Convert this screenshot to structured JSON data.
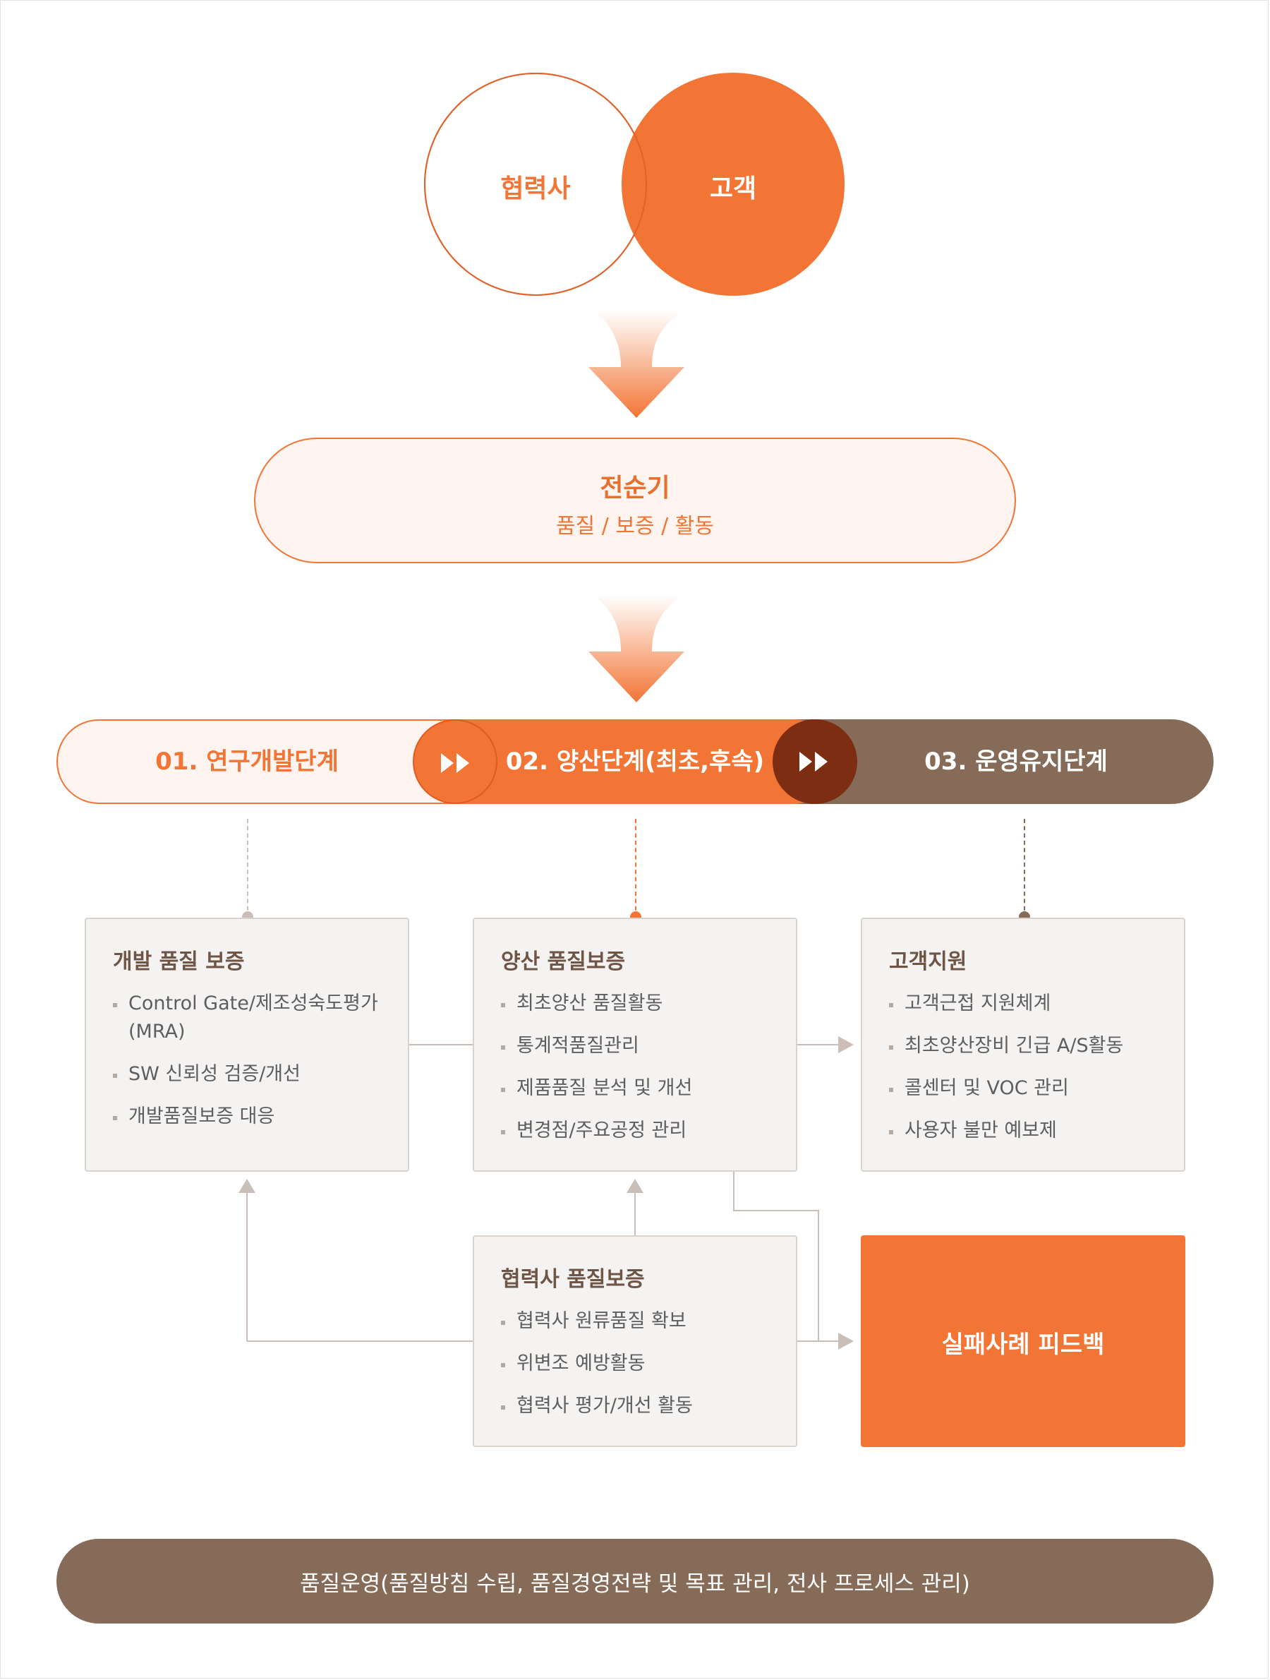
{
  "venn": {
    "partner": "협력사",
    "customer": "고객"
  },
  "pill": {
    "title": "전순기",
    "subtitle": "품질 / 보증 / 활동"
  },
  "stages": [
    {
      "label": "01. 연구개발단계"
    },
    {
      "label": "02. 양산단계(최초,후속)"
    },
    {
      "label": "03. 운영유지단계"
    }
  ],
  "boxes": {
    "dev": {
      "title": "개발 품질 보증",
      "items": [
        "Control Gate/제조성숙도평가 (MRA)",
        "SW 신뢰성 검증/개선",
        "개발품질보증 대응"
      ]
    },
    "mass": {
      "title": "양산 품질보증",
      "items": [
        "최초양산 품질활동",
        "통계적품질관리",
        "제품품질 분석 및 개선",
        "변경점/주요공정 관리"
      ]
    },
    "support": {
      "title": "고객지원",
      "items": [
        "고객근접 지원체계",
        "최초양산장비 긴급 A/S활동",
        "콜센터 및 VOC 관리",
        "사용자 불만 예보제"
      ]
    },
    "partner": {
      "title": "협력사 품질보증",
      "items": [
        "협력사 원류품질 확보",
        "위변조 예방활동",
        "협력사 평가/개선 활동"
      ]
    }
  },
  "feedback": "실패사례 피드백",
  "bottom": "품질운영(품질방침 수립, 품질경영전략 및 목표 관리, 전사 프로세스 관리)",
  "colors": {
    "orange": "#f27535",
    "brown": "#866b58",
    "dark_brown": "#7d2e12",
    "light_orange_bg": "#fff4ef",
    "box_bg": "#f5f3f2"
  }
}
